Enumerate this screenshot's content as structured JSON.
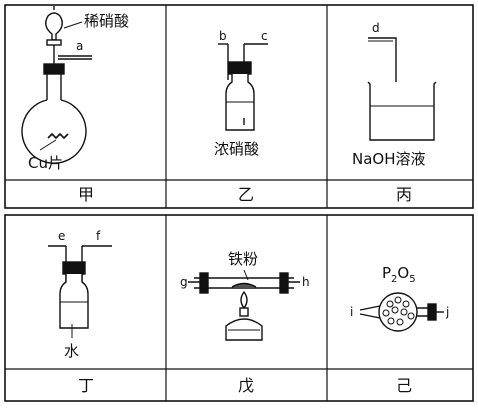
{
  "panels": {
    "jia": {
      "caption": "甲",
      "reagent": "稀硝酸",
      "solid": "Cu片",
      "port": "a"
    },
    "yi": {
      "caption": "乙",
      "reagent": "浓硝酸",
      "port_left": "b",
      "port_right": "c"
    },
    "bing": {
      "caption": "丙",
      "reagent": "NaOH溶液",
      "port": "d"
    },
    "ding": {
      "caption": "丁",
      "reagent": "水",
      "port_left": "e",
      "port_right": "f"
    },
    "wu": {
      "caption": "戊",
      "reagent": "铁粉",
      "port_left": "g",
      "port_right": "h"
    },
    "ji": {
      "caption": "己",
      "reagent_main": "P",
      "sub1": "2",
      "mid": "O",
      "sub2": "5",
      "port_left": "i",
      "port_right": "j"
    }
  }
}
